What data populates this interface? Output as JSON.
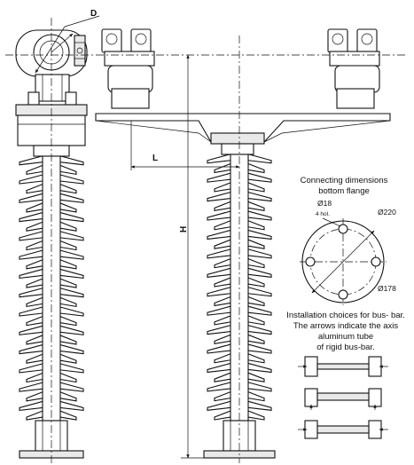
{
  "dimensions": {
    "d_label": "D",
    "l_label": "L",
    "h_label": "H"
  },
  "flange": {
    "title_line1": "Connecting dimensions",
    "title_line2": "bottom flange",
    "hole_diameter": "Ø18",
    "hole_count": "4 hol.",
    "outer_diameter": "Ø220",
    "bolt_circle": "Ø178"
  },
  "busbar_note": {
    "line1": "Installation choices for bus- bar.",
    "line2": "The arrows indicate the axis",
    "line3": "aluminum tube",
    "line4": "of rigid bus-bar."
  }
}
